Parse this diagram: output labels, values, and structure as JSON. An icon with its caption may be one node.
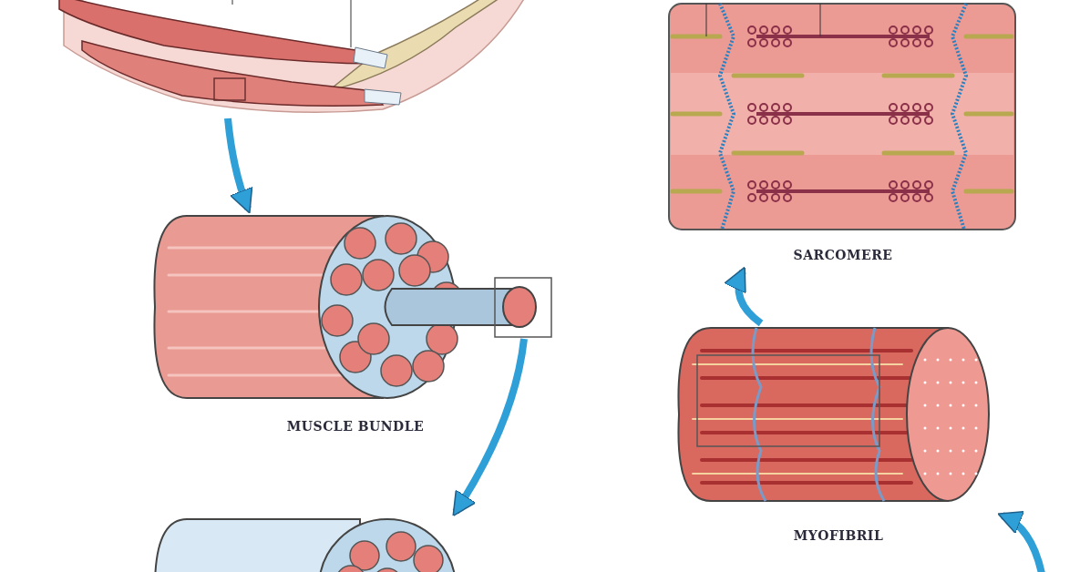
{
  "diagram": {
    "nodes": [
      {
        "text": [],
        "shape": "picture"
      },
      {
        "text": [
          "SARCOMERE"
        ]
      },
      {
        "text": [
          "MUSCLE BUNDLE"
        ]
      },
      {
        "text": [
          "MYOFIBRIL"
        ]
      },
      {
        "text": [],
        "shape": "picture"
      }
    ],
    "edges": [
      {
        "from": 0,
        "to": 2,
        "arrow": "to"
      },
      {
        "from": 2,
        "to": 4,
        "arrow": "to"
      },
      {
        "from": null,
        "to": 3,
        "arrow": "to"
      },
      {
        "from": 3,
        "to": 1,
        "arrow": "to"
      }
    ]
  }
}
